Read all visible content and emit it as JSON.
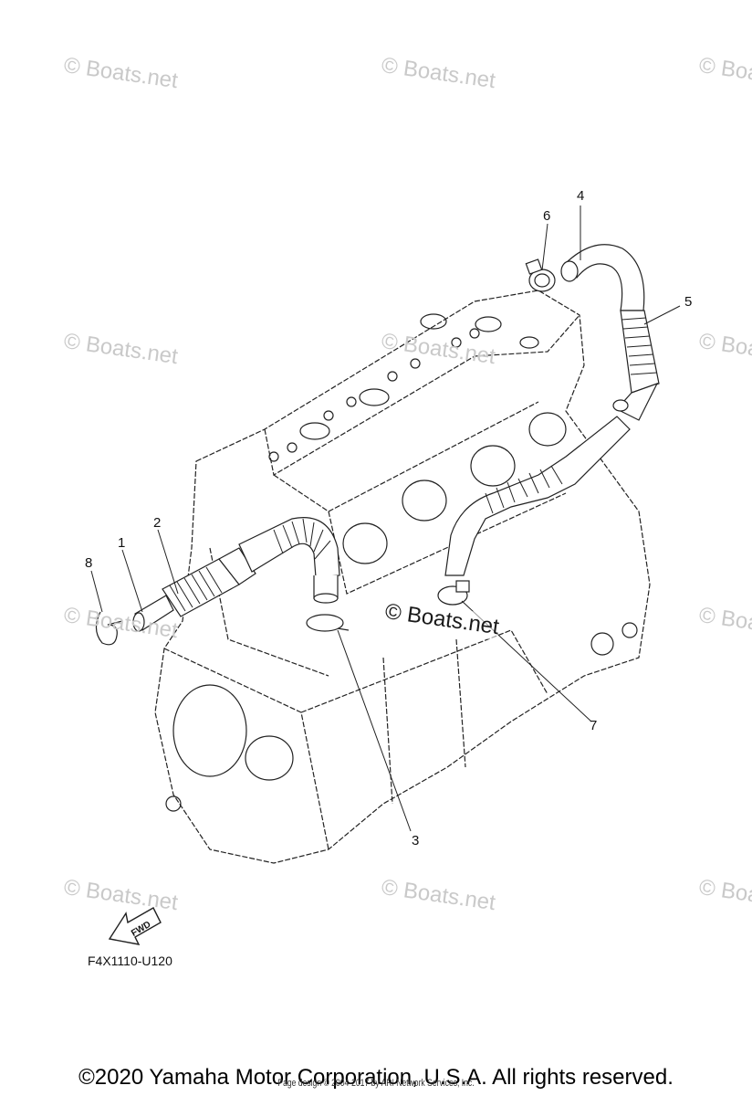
{
  "watermarks": {
    "light": "© Boats.net",
    "center": "© Boats.net"
  },
  "callouts": {
    "c1": "1",
    "c2": "2",
    "c3": "3",
    "c4": "4",
    "c5": "5",
    "c6": "6",
    "c7": "7",
    "c8": "8"
  },
  "fwd_label": "FWD",
  "diagram_code": "F4X1110-U120",
  "copyright": "©2020 Yamaha Motor Corporation, U.S.A. All rights reserved.",
  "page_design": "Page design © 2004-2017 by ARI Network Services, Inc."
}
